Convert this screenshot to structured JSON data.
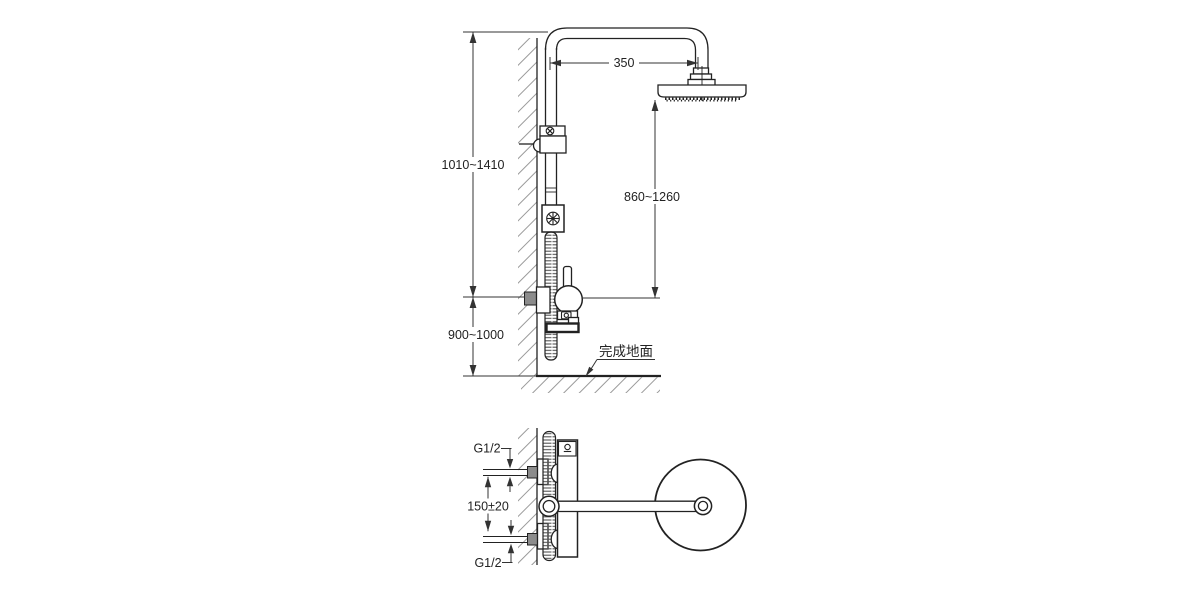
{
  "colors": {
    "line": "#222222",
    "dim": "#333333",
    "hatch": "#9a9a9a",
    "dark_fill": "#8c8c8c",
    "coil": "#555555",
    "background": "#ffffff"
  },
  "front_view": {
    "dim_riser_height": "1010~1410",
    "dim_valve_to_floor": "900~1000",
    "dim_arm_reach": "350",
    "dim_head_to_valve": "860~1260",
    "floor_label": "完成地面"
  },
  "plan_view": {
    "inlet_top_label": "G1/2",
    "inlet_bottom_label": "G1/2",
    "dim_inlet_spacing": "150±20"
  }
}
